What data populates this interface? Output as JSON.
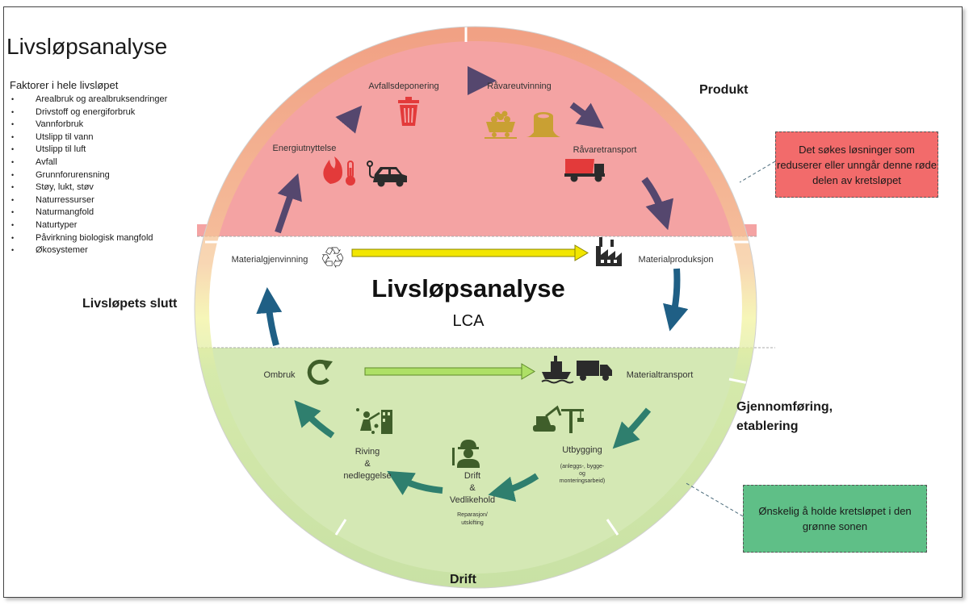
{
  "title": "Livsløpsanalyse",
  "factors_title": "Faktorer i hele livsløpet",
  "factors": [
    "Arealbruk og arealbruksendringer",
    "Drivstoff og energiforbruk",
    "Vannforbruk",
    "Utslipp til vann",
    "Utslipp til luft",
    "Avfall",
    "Grunnforurensning",
    "Støy, lukt, støv",
    "Naturressurser",
    "Naturmangfold",
    "Naturtyper",
    "Påvirkning biologisk mangfold",
    "Økosystemer"
  ],
  "center": {
    "title": "Livsløpsanalyse",
    "subtitle": "LCA"
  },
  "zones": {
    "product": "Produkt",
    "construction": "Gjennomføring, etablering",
    "operation": "Drift",
    "end_of_life": "Livsløpets slutt"
  },
  "stages": {
    "waste_disposal": "Avfallsdeponering",
    "raw_extraction": "Råvareutvinning",
    "energy_use": "Energiutnyttelse",
    "raw_transport": "Råvaretransport",
    "material_recycling": "Materialgjenvinning",
    "material_production": "Materialproduksjon",
    "reuse": "Ombruk",
    "material_transport": "Materialtransport",
    "demolition": "Riving",
    "demolition_amp": "&",
    "demolition_2": "nedleggelse",
    "operation": "Drift",
    "operation_amp": "&",
    "operation_2": "Vedlikehold",
    "operation_note": "Reparasjon/",
    "operation_note_2": "utskifting",
    "construction": "Utbygging",
    "construction_note": "(anleggs-, bygge-",
    "construction_note_2": "og",
    "construction_note_3": "monteringsarbeid)"
  },
  "callouts": {
    "red": "Det søkes løsninger som reduserer eller unngår denne røde delen av kretsløpet",
    "green": "Ønskelig å holde kretsløpet i den grønne sonen"
  },
  "colors": {
    "red_zone": "#f4a3a3",
    "green_zone": "#d4e8b4",
    "red_callout": "#f26b6b",
    "green_callout": "#5fbf87",
    "icon_red": "#e33a3a",
    "icon_gold": "#c9a033",
    "icon_dark": "#2b2b2b",
    "icon_green": "#3f5e2a",
    "arrow_purple": "#55476e",
    "arrow_blue": "#1f5f85",
    "arrow_teal": "#2f7f6e",
    "arrow_yellow": "#f2e600",
    "arrow_lightgreen": "#aee066"
  }
}
